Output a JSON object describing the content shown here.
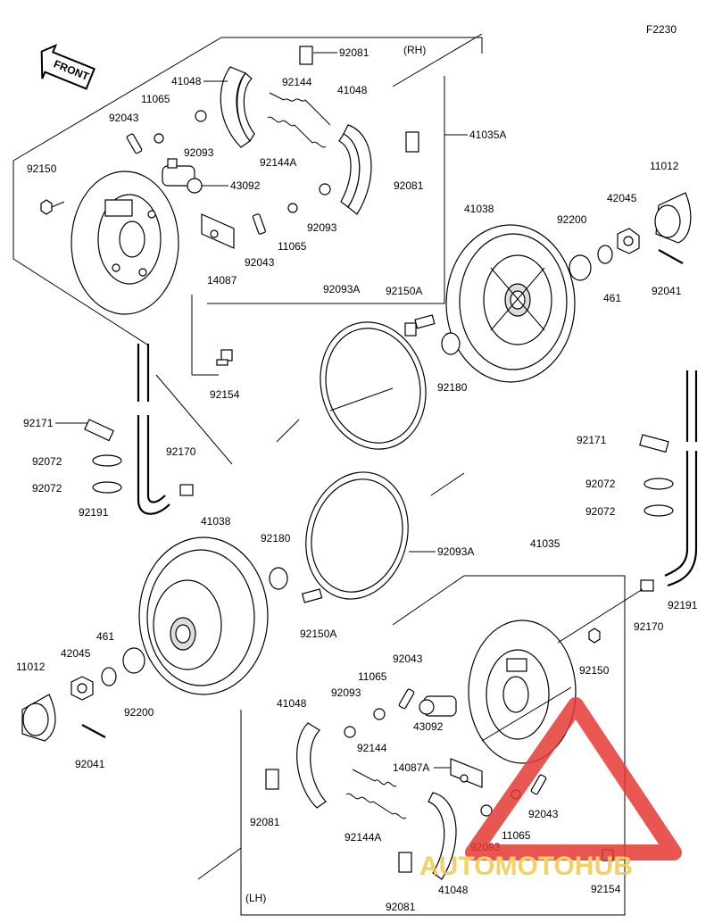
{
  "diagram_code": "F2230",
  "front_label": "FRONT",
  "rh_label": "(RH)",
  "lh_label": "(LH)",
  "watermark": "AUTOMOTOHUB",
  "watermark_colors": {
    "auto": "#f2c94c",
    "moto": "#f2c94c",
    "hub": "#444444",
    "triangle": "#e53935"
  },
  "labels": {
    "l_92081_top": "92081",
    "l_41048_a": "41048",
    "l_11065_a": "11065",
    "l_92144_a": "92144",
    "l_41048_b": "41048",
    "l_92043_a": "92043",
    "l_92093_a": "92093",
    "l_92144A_a": "92144A",
    "l_41035A": "41035A",
    "l_92150_a": "92150",
    "l_43092_a": "43092",
    "l_92081_b": "92081",
    "l_11012_a": "11012",
    "l_42045_a": "42045",
    "l_41038_a": "41038",
    "l_92200_a": "92200",
    "l_92093_b": "92093",
    "l_11065_b": "11065",
    "l_92043_b": "92043",
    "l_14087": "14087",
    "l_92093A_a": "92093A",
    "l_92150A_a": "92150A",
    "l_461_a": "461",
    "l_92041_a": "92041",
    "l_92180_a": "92180",
    "l_92154_a": "92154",
    "l_92171_a": "92171",
    "l_92072_a": "92072",
    "l_92170_a": "92170",
    "l_92072_b": "92072",
    "l_92191_a": "92191",
    "l_92171_b": "92171",
    "l_92072_c": "92072",
    "l_92072_d": "92072",
    "l_41038_b": "41038",
    "l_92180_b": "92180",
    "l_92093A_b": "92093A",
    "l_41035": "41035",
    "l_461_b": "461",
    "l_42045_b": "42045",
    "l_11012_b": "11012",
    "l_92150A_b": "92150A",
    "l_92200_b": "92200",
    "l_92191_b": "92191",
    "l_92170_b": "92170",
    "l_92150_b": "92150",
    "l_92043_c": "92043",
    "l_11065_c": "11065",
    "l_92093_c": "92093",
    "l_41048_c": "41048",
    "l_43092_b": "43092",
    "l_92144_b": "92144",
    "l_14087A": "14087A",
    "l_92041_b": "92041",
    "l_92081_c": "92081",
    "l_92144A_b": "92144A",
    "l_92043_d": "92043",
    "l_11065_d": "11065",
    "l_92093_d": "92093",
    "l_92081_d": "92081",
    "l_41048_d": "41048",
    "l_92154_b": "92154"
  }
}
